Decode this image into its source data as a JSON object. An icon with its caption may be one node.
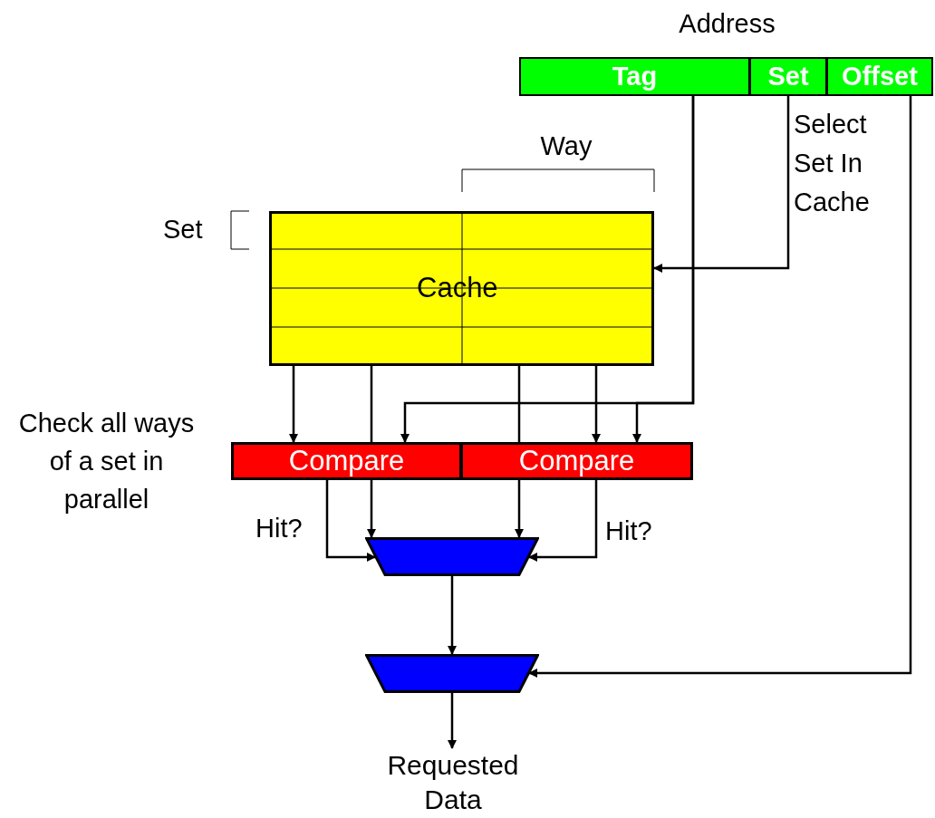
{
  "diagram": {
    "nodes": [
      {
        "text": [
          "Address"
        ]
      },
      {
        "text": [
          "Tag"
        ],
        "in": 0
      },
      {
        "text": [
          "Set"
        ],
        "in": 0
      },
      {
        "text": [
          "Offset"
        ],
        "in": 0
      },
      {
        "text": [
          "Cache"
        ]
      },
      {
        "text": [
          "Compare"
        ]
      },
      {
        "text": [
          "Compare"
        ]
      },
      {
        "text": [],
        "shape": "trapezoid"
      },
      {
        "text": [],
        "shape": "trapezoid"
      },
      {
        "text": [
          "Requested Data"
        ]
      }
    ],
    "edges": [
      {
        "from": 1,
        "to": 5,
        "arrow": "to"
      },
      {
        "from": 1,
        "to": 6,
        "arrow": "to"
      },
      {
        "from": 2,
        "to": 4,
        "arrow": "to",
        "label": "Select Set In Cache"
      },
      {
        "from": 3,
        "to": 8,
        "arrow": "to"
      },
      {
        "from": 4,
        "to": 5,
        "arrow": "to"
      },
      {
        "from": 4,
        "to": 5,
        "arrow": "none"
      },
      {
        "from": 5,
        "to": 7,
        "arrow": "to"
      },
      {
        "from": 4,
        "to": 6,
        "arrow": "none"
      },
      {
        "from": 6,
        "to": 7,
        "arrow": "to"
      },
      {
        "from": 4,
        "to": 6,
        "arrow": "to"
      },
      {
        "from": 5,
        "to": 7,
        "arrow": "to",
        "label": "Hit?"
      },
      {
        "from": 6,
        "to": 7,
        "arrow": "to",
        "label": "Hit?"
      },
      {
        "from": 7,
        "to": 8,
        "arrow": "to"
      },
      {
        "from": 8,
        "to": 9,
        "arrow": "to"
      }
    ],
    "labels": [
      "Way",
      "Set",
      "Check all ways of a set in parallel"
    ]
  }
}
